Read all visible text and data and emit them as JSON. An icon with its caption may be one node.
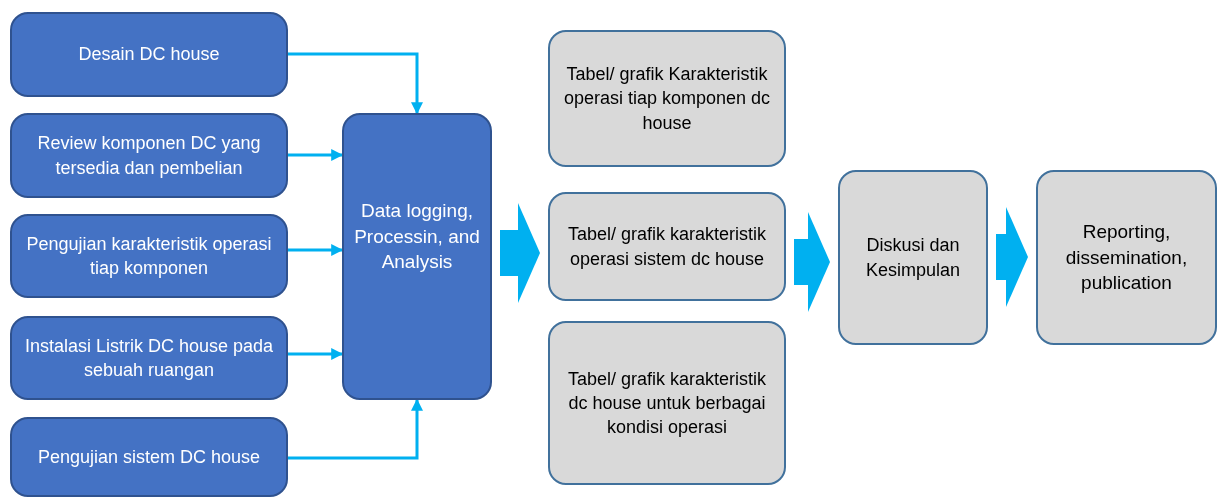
{
  "diagram": {
    "nodes": [
      {
        "text": [
          "Desain DC house"
        ]
      },
      {
        "text": [
          "Review komponen DC yang tersedia dan pembelian"
        ]
      },
      {
        "text": [
          "Pengujian karakteristik operasi tiap komponen"
        ]
      },
      {
        "text": [
          "Instalasi Listrik DC house pada sebuah ruangan"
        ]
      },
      {
        "text": [
          "Pengujian sistem DC house"
        ]
      },
      {
        "text": [
          "Data logging, Processin, and Analysis"
        ]
      },
      {
        "text": [
          "Tabel/ grafik Karakteristik operasi tiap komponen dc house"
        ]
      },
      {
        "text": [
          "Tabel/ grafik karakteristik operasi sistem dc house"
        ]
      },
      {
        "text": [
          "Tabel/ grafik karakteristik dc house untuk berbagai kondisi operasi"
        ]
      },
      {
        "text": [
          "Diskusi dan Kesimpulan"
        ]
      },
      {
        "text": [
          "Reporting, dissemination, publication"
        ]
      }
    ],
    "edges": [
      {
        "from": 0,
        "to": 5,
        "arrow": "to"
      },
      {
        "from": 1,
        "to": 5,
        "arrow": "to"
      },
      {
        "from": 2,
        "to": 5,
        "arrow": "to"
      },
      {
        "from": 3,
        "to": 5,
        "arrow": "to"
      },
      {
        "from": 4,
        "to": 5,
        "arrow": "to"
      },
      {
        "from": 5,
        "to": 7,
        "arrow": "to",
        "style": "thick"
      },
      {
        "from": 7,
        "to": 9,
        "arrow": "to",
        "style": "thick"
      },
      {
        "from": 9,
        "to": 10,
        "arrow": "to",
        "style": "thick"
      }
    ]
  }
}
